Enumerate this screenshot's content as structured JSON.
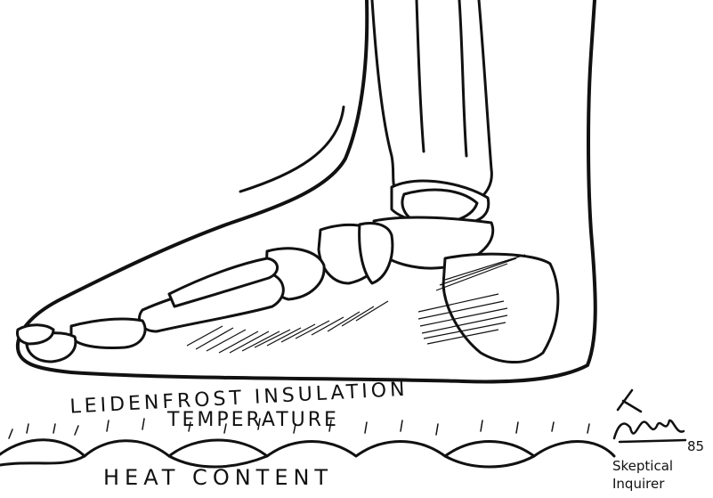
{
  "illustration": {
    "label_insulation": "LEIDENFROST INSULATION",
    "label_temperature": "TEMPERATURE",
    "label_heat": "HEAT CONTENT",
    "signature_year": "85",
    "credit_line1": "Skeptical",
    "credit_line2": "Inquirer"
  },
  "colors": {
    "ink": "#111111",
    "paper": "#ffffff"
  }
}
